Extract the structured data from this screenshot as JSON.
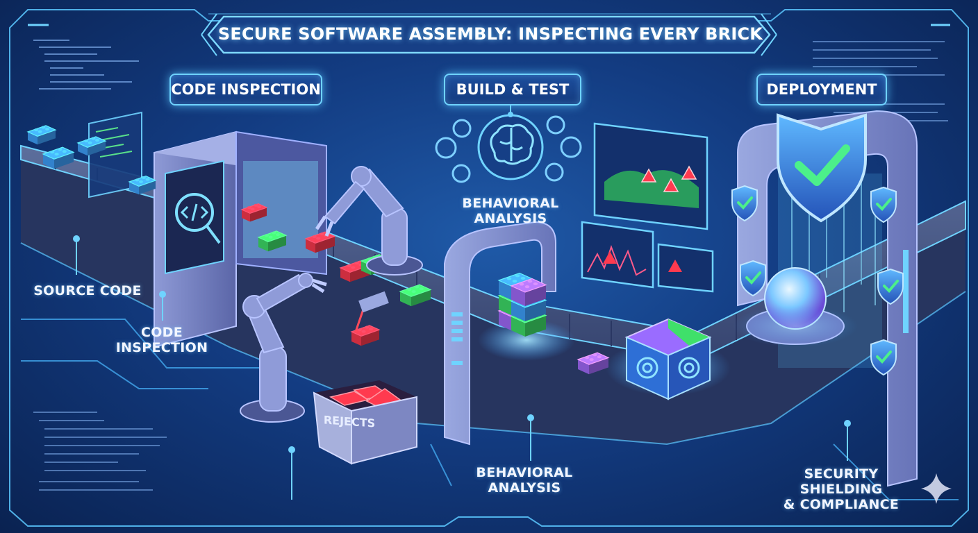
{
  "title": "SECURE SOFTWARE ASSEMBLY: INSPECTING EVERY BRICK",
  "stages": {
    "code_inspection": "CODE INSPECTION",
    "build_test": "BUILD & TEST",
    "deployment": "DEPLOYMENT"
  },
  "labels": {
    "source_code": "SOURCE CODE",
    "code_inspection_1": "CODE",
    "code_inspection_2": "INSPECTION",
    "behavioral_top_1": "BEHAVIORAL",
    "behavioral_top_2": "ANALYSIS",
    "behavioral_bottom_1": "BEHAVIORAL",
    "behavioral_bottom_2": "ANALYSIS",
    "security_1": "SECURITY SHIELDING",
    "security_2": "& COMPLIANCE",
    "rejects": "REJECTS"
  },
  "colors": {
    "neon": "#6fd3ff",
    "good_brick": "#3fe06a",
    "bad_brick": "#ff3a4f",
    "purple_brick": "#a46cff",
    "blue_brick": "#3fa2ff",
    "shield": "#4aa8ff",
    "check": "#4cf08a"
  },
  "icons": [
    "code-magnifier-icon",
    "brain-icon",
    "gear-icon",
    "warning-icon",
    "shield-check-icon",
    "sparkle-icon"
  ]
}
